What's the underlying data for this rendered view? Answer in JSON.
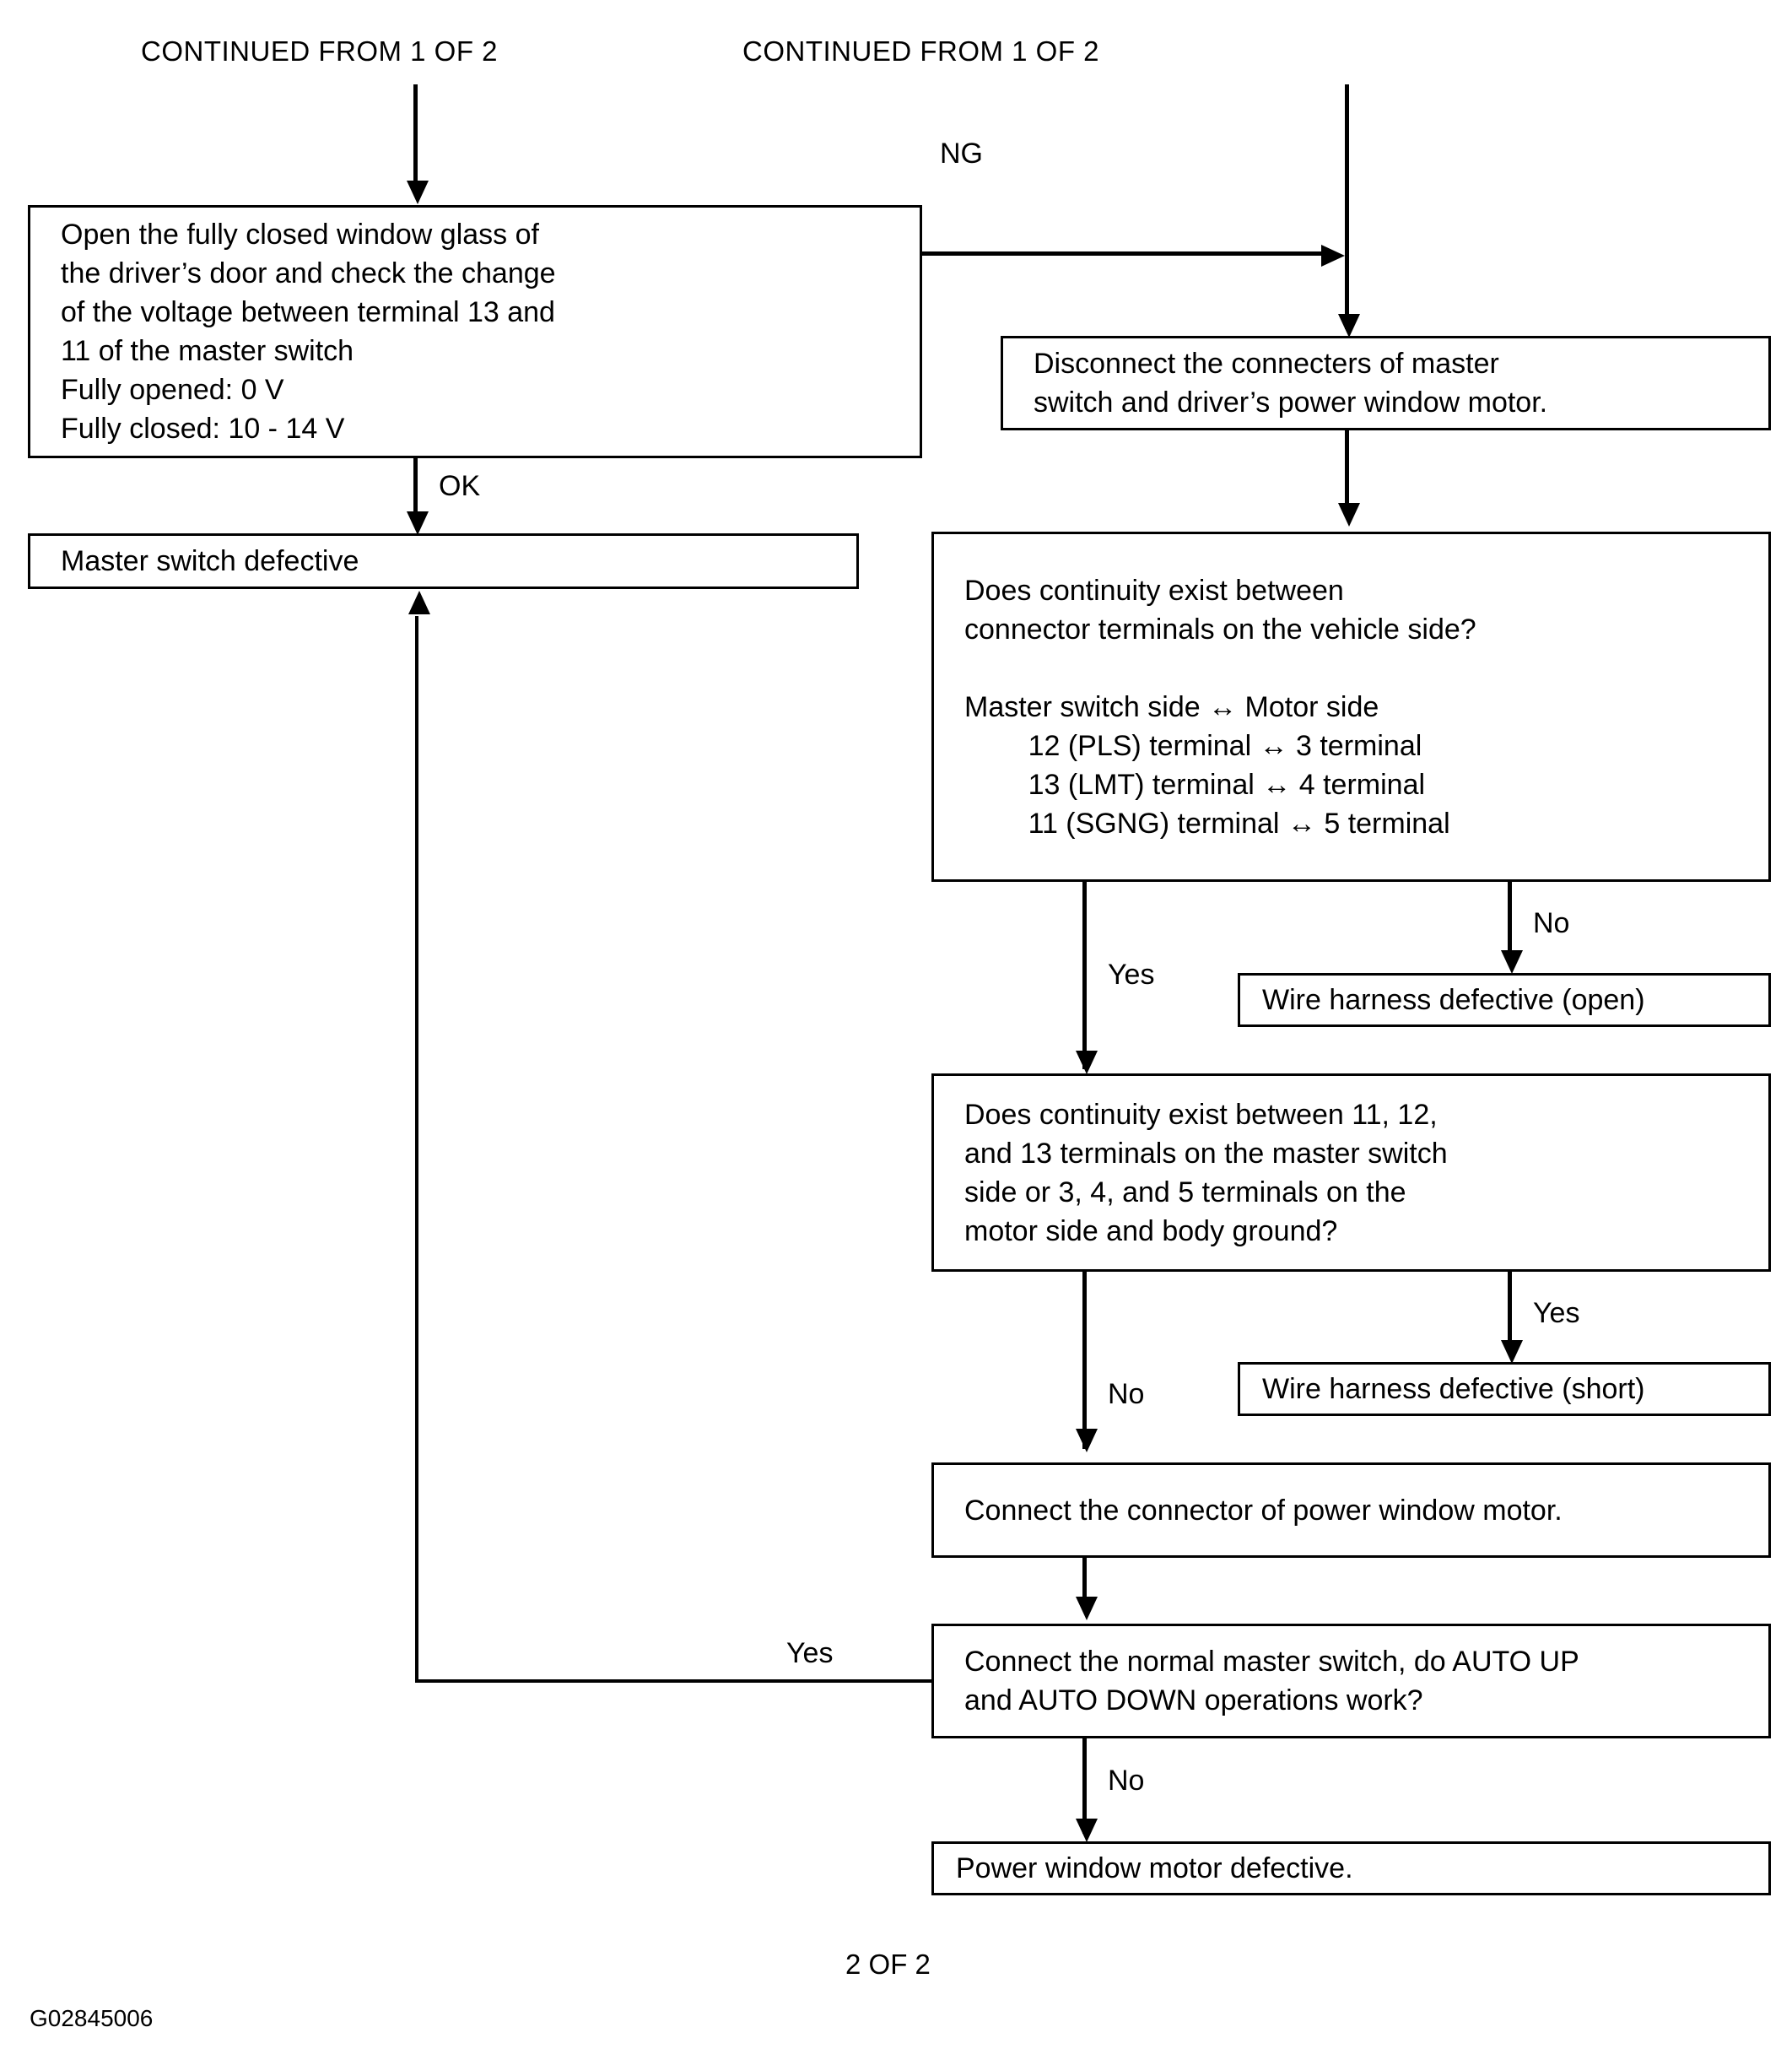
{
  "diagram": {
    "type": "flowchart",
    "title_code": "G02845006",
    "page_label": "2 OF 2",
    "headers": [
      {
        "id": "header-left",
        "text": "CONTINUED FROM 1 OF 2"
      },
      {
        "id": "header-right",
        "text": "CONTINUED FROM 1 OF 2"
      }
    ],
    "nodes": [
      {
        "id": "check-voltage",
        "kind": "process",
        "lines": [
          "Open the fully closed window glass of",
          "the driver’s door and check the change",
          "of the voltage between terminal 13 and",
          "11 of the master switch",
          "Fully opened: 0 V",
          "Fully closed: 10 - 14 V"
        ]
      },
      {
        "id": "master-switch-defective",
        "kind": "terminal",
        "lines": [
          "Master switch defective"
        ]
      },
      {
        "id": "disconnect-connecters",
        "kind": "process",
        "lines": [
          "Disconnect the connecters of master",
          "switch and driver’s power window motor."
        ]
      },
      {
        "id": "continuity-vehicle-side",
        "kind": "decision",
        "lines": [
          "Does continuity exist between",
          "connector terminals on the vehicle side?",
          "",
          "Master switch side ↔ Motor side",
          "        12 (PLS) terminal ↔ 3 terminal",
          "        13 (LMT) terminal ↔ 4 terminal",
          "        11 (SGNG) terminal ↔ 5 terminal"
        ]
      },
      {
        "id": "wire-harness-open",
        "kind": "terminal",
        "lines": [
          "Wire harness defective (open)"
        ]
      },
      {
        "id": "continuity-body-ground",
        "kind": "decision",
        "lines": [
          "Does continuity exist between 11, 12,",
          "and 13 terminals on the master switch",
          "side or 3, 4, and 5 terminals on the",
          "motor side and body ground?"
        ]
      },
      {
        "id": "wire-harness-short",
        "kind": "terminal",
        "lines": [
          "Wire harness defective (short)"
        ]
      },
      {
        "id": "connect-motor-connector",
        "kind": "process",
        "lines": [
          "Connect the connector of power window motor."
        ]
      },
      {
        "id": "connect-normal-master-switch",
        "kind": "decision",
        "lines": [
          "Connect the normal master switch, do AUTO UP",
          "and AUTO DOWN operations work?"
        ]
      },
      {
        "id": "power-window-motor-defective",
        "kind": "terminal",
        "lines": [
          "Power window motor defective."
        ]
      }
    ],
    "edge_labels": [
      {
        "id": "edge-ng",
        "text": "NG"
      },
      {
        "id": "edge-ok",
        "text": "OK"
      },
      {
        "id": "edge-yes-1",
        "text": "Yes"
      },
      {
        "id": "edge-no-1",
        "text": "No"
      },
      {
        "id": "edge-no-2",
        "text": "No"
      },
      {
        "id": "edge-yes-2",
        "text": "Yes"
      },
      {
        "id": "edge-yes-3",
        "text": "Yes"
      },
      {
        "id": "edge-no-3",
        "text": "No"
      }
    ]
  }
}
